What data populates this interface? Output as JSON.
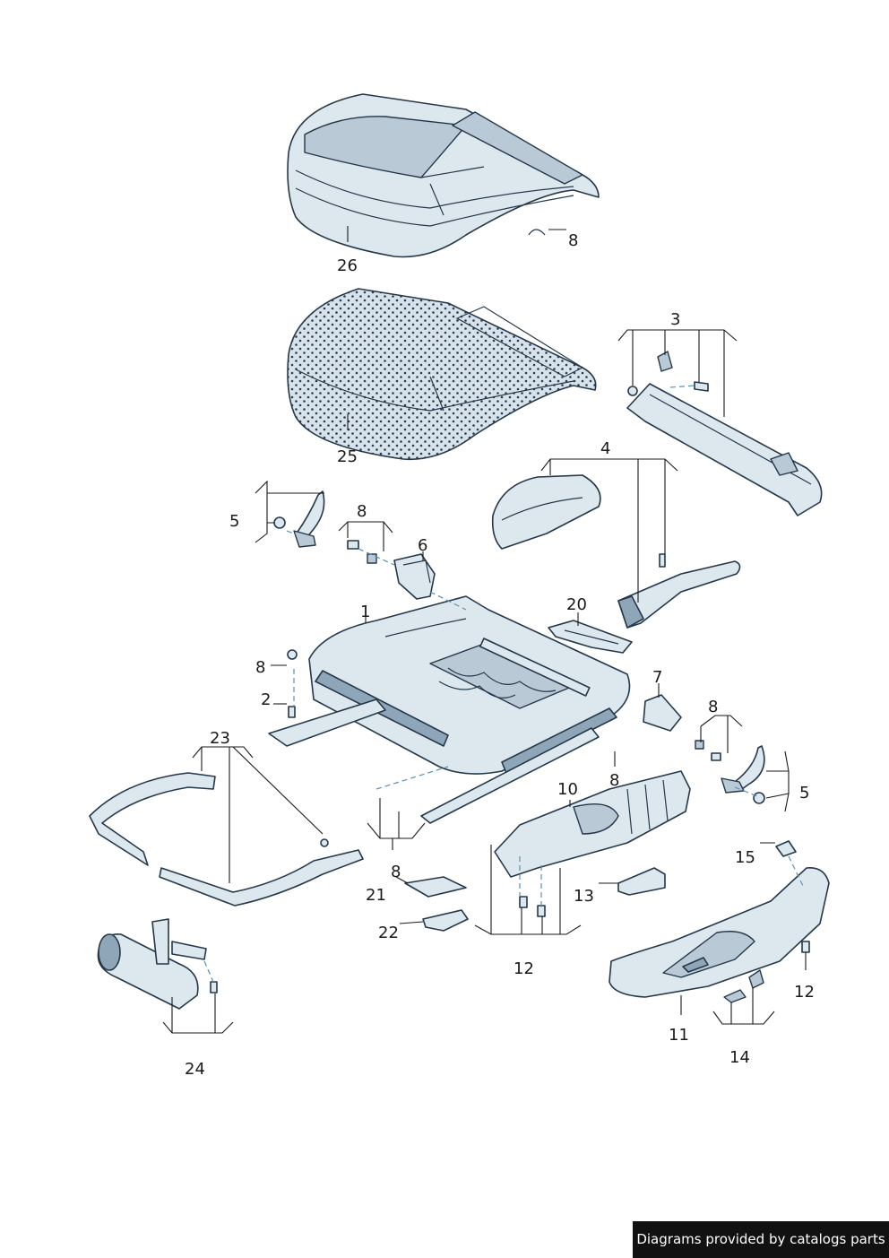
{
  "callouts": {
    "c26": "26",
    "c8a": "8",
    "c25": "25",
    "c3": "3",
    "c4": "4",
    "c5a": "5",
    "c8b": "8",
    "c6": "6",
    "c20": "20",
    "c1": "1",
    "c8c": "8",
    "c2": "2",
    "c7": "7",
    "c8d": "8",
    "c23": "23",
    "c8e": "8",
    "c5b": "5",
    "c10": "10",
    "c15": "15",
    "c8f": "8",
    "c21": "21",
    "c13": "13",
    "c22": "22",
    "c12a": "12",
    "c12b": "12",
    "c11": "11",
    "c24": "24",
    "c14": "14"
  },
  "footer": {
    "text": "Diagrams provided by catalogs parts"
  },
  "colors": {
    "part_fill": "#dde7ee",
    "part_dark": "#8fa6b8",
    "outline": "#24384a",
    "footer_bg": "#111111"
  }
}
